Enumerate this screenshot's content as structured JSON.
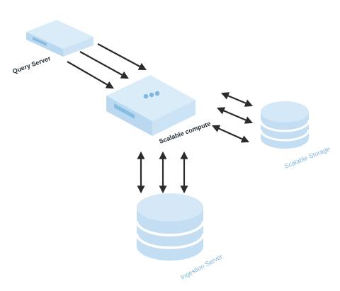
{
  "nodes": {
    "query_server": {
      "label": "Query Server"
    },
    "scalable_compute": {
      "label": "Scalable compute"
    },
    "scalable_storage": {
      "label": "Scalable Storage"
    },
    "ingestion_server": {
      "label": "Ingestion Server"
    }
  },
  "colors": {
    "box_top": "#dbecf9",
    "box_side": "#cbe3f5",
    "box_front": "#bad8ef",
    "slot": "#86bde3",
    "dot": "#7db7e0",
    "disk_top": "#d4e8f7",
    "disk_body": "#c3def3",
    "disk_line": "#ffffff",
    "arrow": "#2b2b2b",
    "label_dark": "#1f2933",
    "label_light": "#7fb6dd"
  }
}
